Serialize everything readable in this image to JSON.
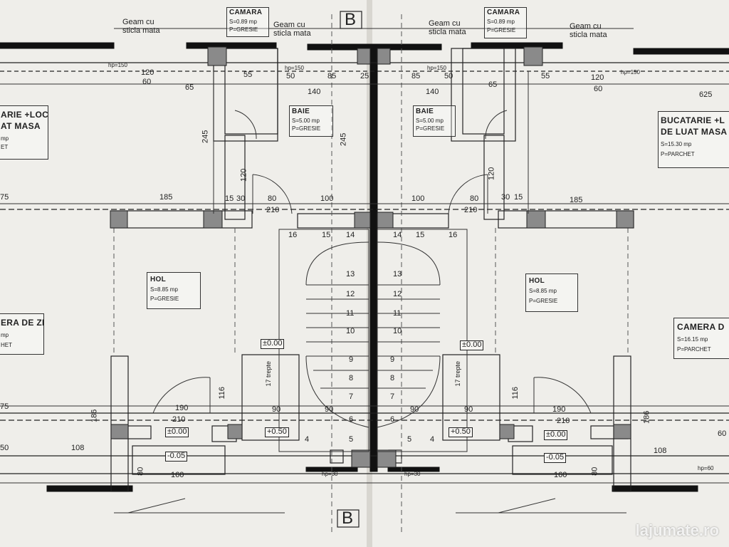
{
  "section_marks": {
    "top": "B",
    "bottom": "B"
  },
  "window_notes": [
    "Geam cu\nsticla mata",
    "Geam cu\nsticla mata",
    "Geam cu\nsticla mata",
    "Geam cu\nsticla mata"
  ],
  "rooms": {
    "camara_left": {
      "name": "CAMARA",
      "area": "S=0.89 mp",
      "floor": "P=GRESIE"
    },
    "camara_right": {
      "name": "CAMARA",
      "area": "S=0.89 mp",
      "floor": "P=GRESIE"
    },
    "baie_left": {
      "name": "BAIE",
      "area": "S=5.00 mp",
      "floor": "P=GRESIE"
    },
    "baie_right": {
      "name": "BAIE",
      "area": "S=5.00 mp",
      "floor": "P=GRESIE"
    },
    "bucatarie_left": {
      "name": "ARIE +LOC",
      "name2": "AT MASA",
      "area": "mp",
      "floor": "ET"
    },
    "bucatarie_right": {
      "name": "BUCATARIE +L",
      "name2": "DE LUAT MASA",
      "area": "S=15.30 mp",
      "floor": "P=PARCHET"
    },
    "hol_left": {
      "name": "HOL",
      "area": "S=8.85 mp",
      "floor": "P=GRESIE"
    },
    "hol_right": {
      "name": "HOL",
      "area": "S=8.85 mp",
      "floor": "P=GRESIE"
    },
    "camera_left": {
      "name": "ERA DE ZI",
      "area": "mp",
      "floor": "HET"
    },
    "camera_right": {
      "name": "CAMERA D",
      "area": "S=16.15 mp",
      "floor": "P=PARCHET"
    }
  },
  "levels": {
    "l1": "±0.00",
    "l2": "±0.00",
    "l3": "+0.50",
    "l4": "-0.05",
    "r1": "±0.00",
    "r2": "±0.00",
    "r3": "+0.50",
    "r4": "-0.05"
  },
  "dimensions": {
    "d120a": "120",
    "d60a": "60",
    "d65": "65",
    "d55a": "55",
    "d50a": "50",
    "d85a": "85",
    "d25a": "25",
    "d85b": "85",
    "d50b": "50",
    "d55b": "55",
    "d65b": "65",
    "d120b": "120",
    "d60b": "60",
    "d625": "625",
    "d140a": "140",
    "d140b": "140",
    "d245a": "245",
    "d245b": "245",
    "d120c": "120",
    "d120d": "120",
    "d185a": "185",
    "d185b": "185",
    "d75a": "75",
    "d15a": "15",
    "d30a": "30",
    "d80a": "80",
    "d100a": "100",
    "d100b": "100",
    "d80b": "80",
    "d30b": "30",
    "d15b": "15",
    "d210a": "210",
    "d210b": "210",
    "d190a": "190",
    "d190b": "190",
    "d210c": "210",
    "d210d": "210",
    "d108a": "108",
    "d108b": "108",
    "d160a": "160",
    "d160b": "160",
    "d116a": "116",
    "d116b": "116",
    "d186a": "186",
    "d186b": "186",
    "d80c": "80",
    "d80d": "80",
    "d90a": "90",
    "d90b": "90",
    "d90c": "90",
    "d90d": "90",
    "d75b": "75",
    "d50c": "50",
    "d50d": "60"
  },
  "stair_left": [
    "16",
    "15",
    "14",
    "13",
    "12",
    "11",
    "10",
    "9",
    "8",
    "7",
    "6",
    "5",
    "4"
  ],
  "stair_right": [
    "14",
    "15",
    "16",
    "13",
    "12",
    "11",
    "10",
    "9",
    "8",
    "7",
    "6",
    "5",
    "4"
  ],
  "notes": {
    "hp150a": "hp=150",
    "hp150b": "hp=150",
    "hp150c": "hp=150",
    "hp150d": "hp=150",
    "hp30a": "hp=30",
    "hp30b": "hp=30",
    "hp60": "hp=60",
    "trepte_l": "17 trepte",
    "trepte_r": "17 trepte"
  },
  "watermark": "lajumate.ro"
}
